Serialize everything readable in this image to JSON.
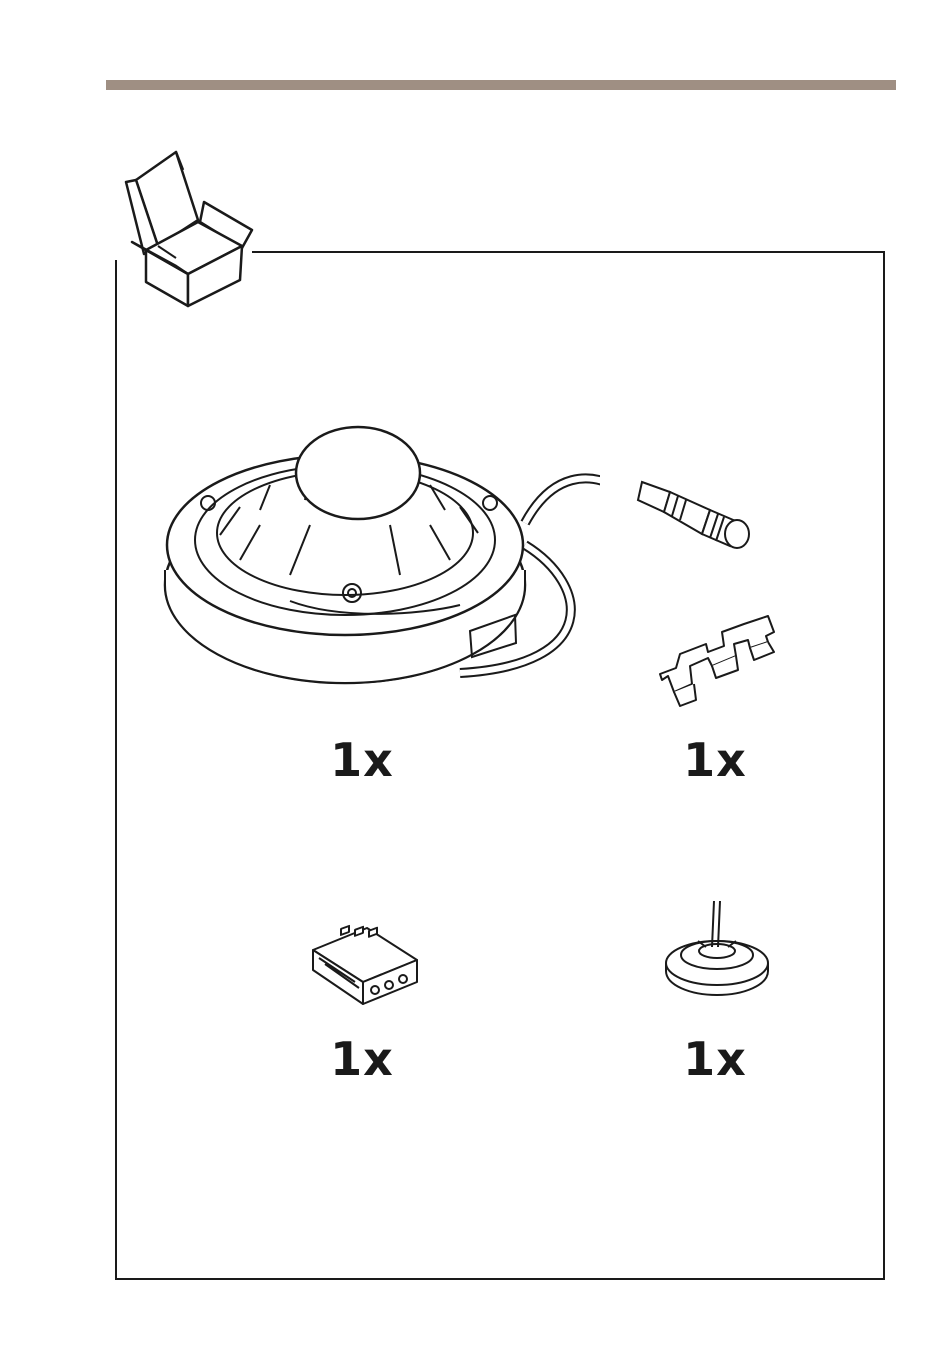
{
  "colors": {
    "accent_rule": "#9f8f83",
    "line": "#1a1a1a"
  },
  "contents_icon": "open-box-icon",
  "items": [
    {
      "icon": "dome-camera-icon",
      "quantity": "1x"
    },
    {
      "icon": "cable-clip-icon",
      "quantity": "1x"
    },
    {
      "icon": "terminal-block-connector-icon",
      "quantity": "1x"
    },
    {
      "icon": "cable-gasket-icon",
      "quantity": "1x"
    }
  ]
}
